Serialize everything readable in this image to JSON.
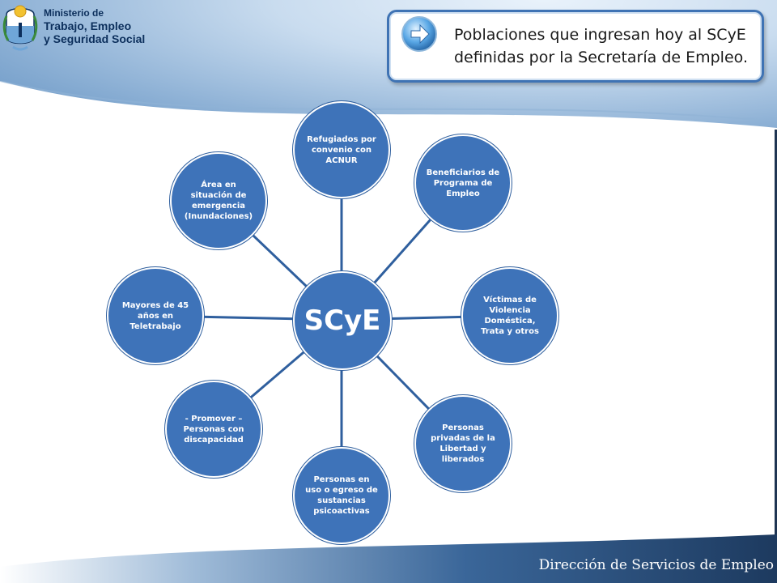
{
  "header": {
    "ministry_lines": [
      "Ministerio de",
      "Trabajo, Empleo",
      "y Seguridad Social"
    ],
    "seal_icon": "argentina-coat-of-arms"
  },
  "title": {
    "line1": "Poblaciones que ingresan hoy al SCyE",
    "line2": "definidas por la Secretaría de Empleo.",
    "icon": "arrow-right-circle-icon"
  },
  "diagram": {
    "hub": "SCyE",
    "nodes": [
      "Refugiados por convenio con ACNUR",
      "Beneficiarios de Programa de Empleo",
      "Víctimas de Violencia Doméstica, Trata y otros",
      "Personas privadas de la Libertad y liberados",
      "Personas en uso o egreso de sustancias psicoactivas",
      "- Promover – Personas con discapacidad",
      "Mayores de 45 años en Teletrabajo",
      "Área en situación de emergencia (Inundaciones)"
    ]
  },
  "footer": {
    "text": "Dirección de Servicios de Empleo"
  },
  "colors": {
    "node": "#3e73b9",
    "connector": "#2f5f9e",
    "header_dark": "#0c2f5c",
    "footer_bg": "#1d3a5f"
  }
}
